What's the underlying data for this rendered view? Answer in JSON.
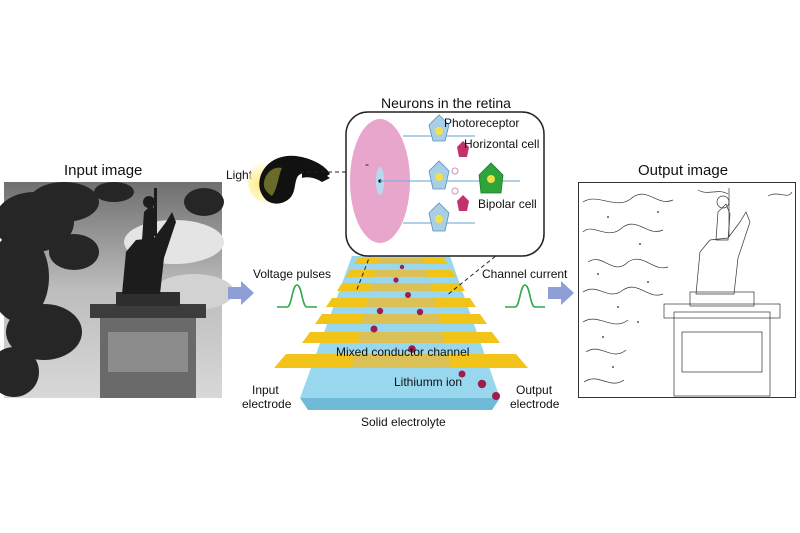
{
  "labels": {
    "input_image": "Input image",
    "output_image": "Output image",
    "neurons_in_retina": "Neurons in the retina",
    "light": "Light",
    "photoreceptor": "Photoreceptor",
    "horizontal_cell": "Horizontal cell",
    "bipolar_cell": "Bipolar cell",
    "voltage_pulses": "Voltage pulses",
    "channel_current": "Channel current",
    "mixed_conductor_channel": "Mixed conductor channel",
    "lithium_ion": "Lithiumm ion",
    "input_electrode_1": "Input",
    "input_electrode_2": "electrode",
    "output_electrode_1": "Output",
    "output_electrode_2": "electrode",
    "solid_electrolyte": "Solid electrolyte",
    "minus_sign": "-"
  },
  "colors": {
    "arrow": "#8f9fd6",
    "pulse": "#2ca84a",
    "electrode": "#f2c318",
    "electrolyte": "#8ed3ec",
    "ion": "#9a1f4a",
    "retina_disc": "#e9a6cc",
    "photoreceptor_cell": "#a9cfe6",
    "horizontal_cell": "#c2336e",
    "bipolar_cell": "#2fa43a"
  },
  "icons": {
    "eye": "eye-silhouette-icon",
    "arrow": "right-arrow-icon"
  }
}
